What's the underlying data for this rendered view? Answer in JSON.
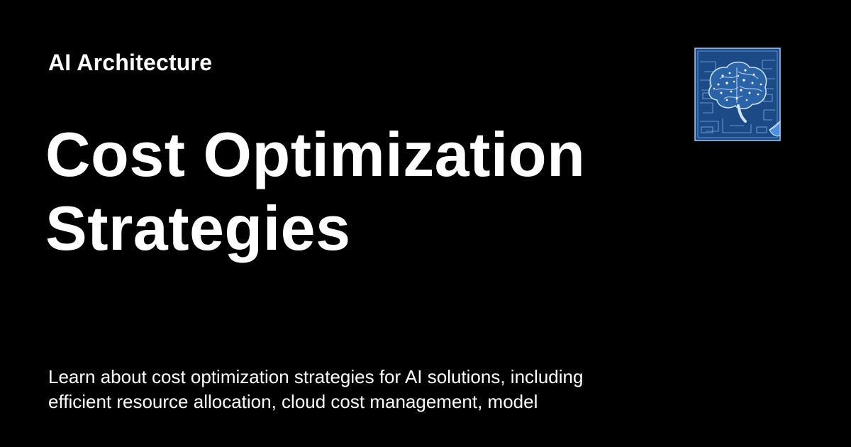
{
  "card": {
    "eyebrow": "AI Architecture",
    "title_lines": [
      "Cost Optimization",
      "Strategies"
    ],
    "description_lines": [
      "Learn about cost optimization strategies for AI solutions, including",
      "efficient resource allocation, cloud cost management, model"
    ]
  },
  "logo": {
    "icon": "brain-blueprint-icon"
  },
  "colors": {
    "background": "#000000",
    "text": "#ffffff",
    "blueprint": "#1f4f8f",
    "blueprint_line": "#8fc3ff"
  }
}
